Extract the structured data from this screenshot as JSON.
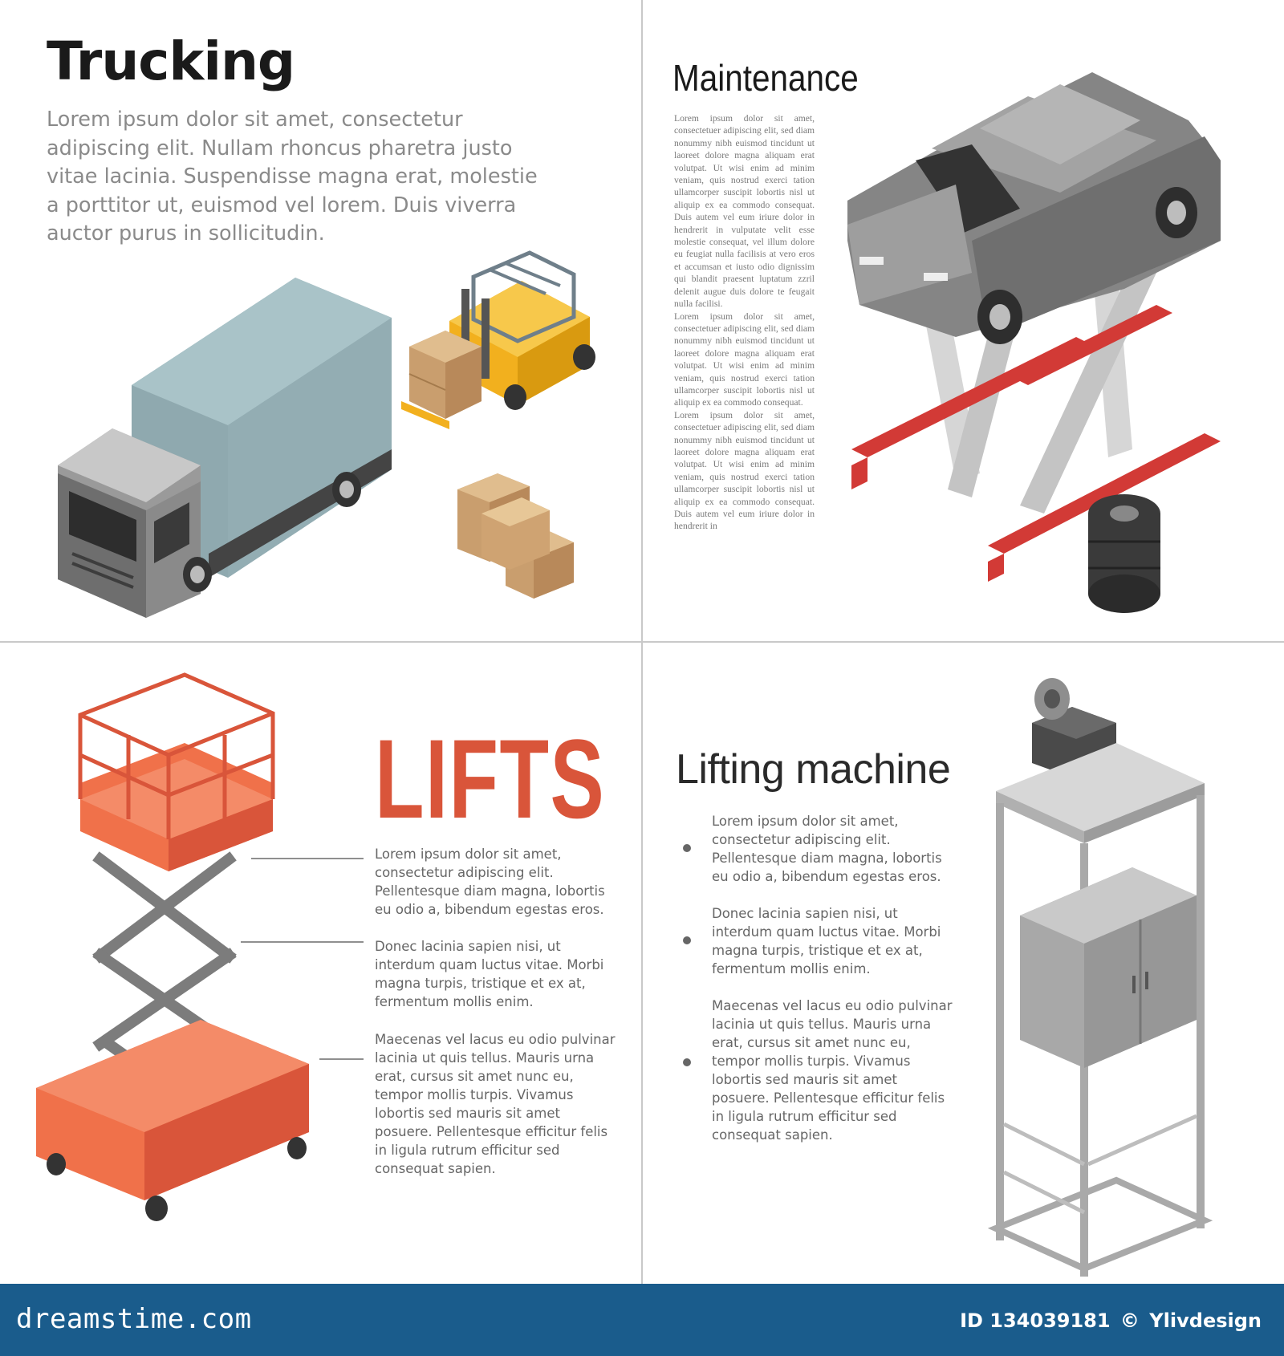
{
  "trucking": {
    "title": "Trucking",
    "body": "Lorem ipsum dolor sit amet, consectetur adipiscing elit. Nullam rhoncus pharetra justo vitae lacinia. Suspendisse magna erat, molestie a porttitor ut, euismod vel lorem. Duis viverra auctor purus in sollicitudin."
  },
  "maintenance": {
    "title": "Maintenance",
    "paragraphs": [
      "Lorem ipsum dolor sit amet, consectetuer adipiscing elit, sed diam nonummy nibh euismod tincidunt ut laoreet dolore magna aliquam erat volutpat. Ut wisi enim ad minim veniam, quis nostrud exerci tation ullamcorper suscipit lobortis nisl ut aliquip ex ea commodo consequat. Duis autem vel eum iriure dolor in hendrerit in vulputate velit esse molestie consequat, vel illum dolore eu feugiat nulla facilisis at vero eros et accumsan et iusto odio dignissim qui blandit praesent luptatum zzril delenit augue duis dolore te feugait nulla facilisi.",
      "Lorem ipsum dolor sit amet, consectetuer adipiscing elit, sed diam nonummy nibh euismod tincidunt ut laoreet dolore magna aliquam erat volutpat. Ut wisi enim ad minim veniam, quis nostrud exerci tation ullamcorper suscipit lobortis nisl ut aliquip ex ea commodo consequat.",
      "Lorem ipsum dolor sit amet, consectetuer adipiscing elit, sed diam nonummy nibh euismod tincidunt ut laoreet dolore magna aliquam erat volutpat. Ut wisi enim ad minim veniam, quis nostrud exerci tation ullamcorper suscipit lobortis nisl ut aliquip ex ea commodo consequat. Duis autem vel eum iriure dolor in hendrerit in"
    ]
  },
  "lifts": {
    "title": "LIFTS",
    "paragraphs": [
      "Lorem ipsum dolor sit amet, consectetur adipiscing elit. Pellentesque diam magna, lobortis eu odio a, bibendum egestas eros.",
      "Donec lacinia sapien nisi, ut interdum quam luctus vitae. Morbi magna turpis, tristique et ex at, fermentum mollis enim.",
      "Maecenas vel lacus eu odio pulvinar lacinia ut quis tellus. Mauris urna erat, cursus sit amet nunc eu, tempor mollis turpis. Vivamus lobortis sed mauris sit amet posuere. Pellentesque efficitur felis in ligula rutrum efficitur sed consequat sapien."
    ]
  },
  "lifting_machine": {
    "title": "Lifting machine",
    "paragraphs": [
      "Lorem ipsum dolor sit amet, consectetur adipiscing elit. Pellentesque diam magna, lobortis eu odio a, bibendum egestas eros.",
      "Donec lacinia sapien nisi, ut interdum quam luctus vitae. Morbi magna turpis, tristique et ex at, fermentum mollis enim.",
      "Maecenas vel lacus eu odio pulvinar lacinia ut quis tellus. Mauris urna erat, cursus sit amet nunc eu, tempor mollis turpis. Vivamus lobortis sed mauris sit amet posuere. Pellentesque efficitur felis in ligula rutrum efficitur sed consequat sapien."
    ]
  },
  "footer": {
    "brand": "dreamstime.com",
    "id_label": "ID 134039181",
    "copyright_symbol": "©",
    "author": "Ylivdesign"
  },
  "colors": {
    "lifts_red": "#d9553a",
    "lift_orange": "#f0714a",
    "truck_cargo": "#93adb3",
    "forklift_yellow": "#f2b01e",
    "lift_rail_red": "#d23a36",
    "footer_blue": "#1a5c8c"
  }
}
